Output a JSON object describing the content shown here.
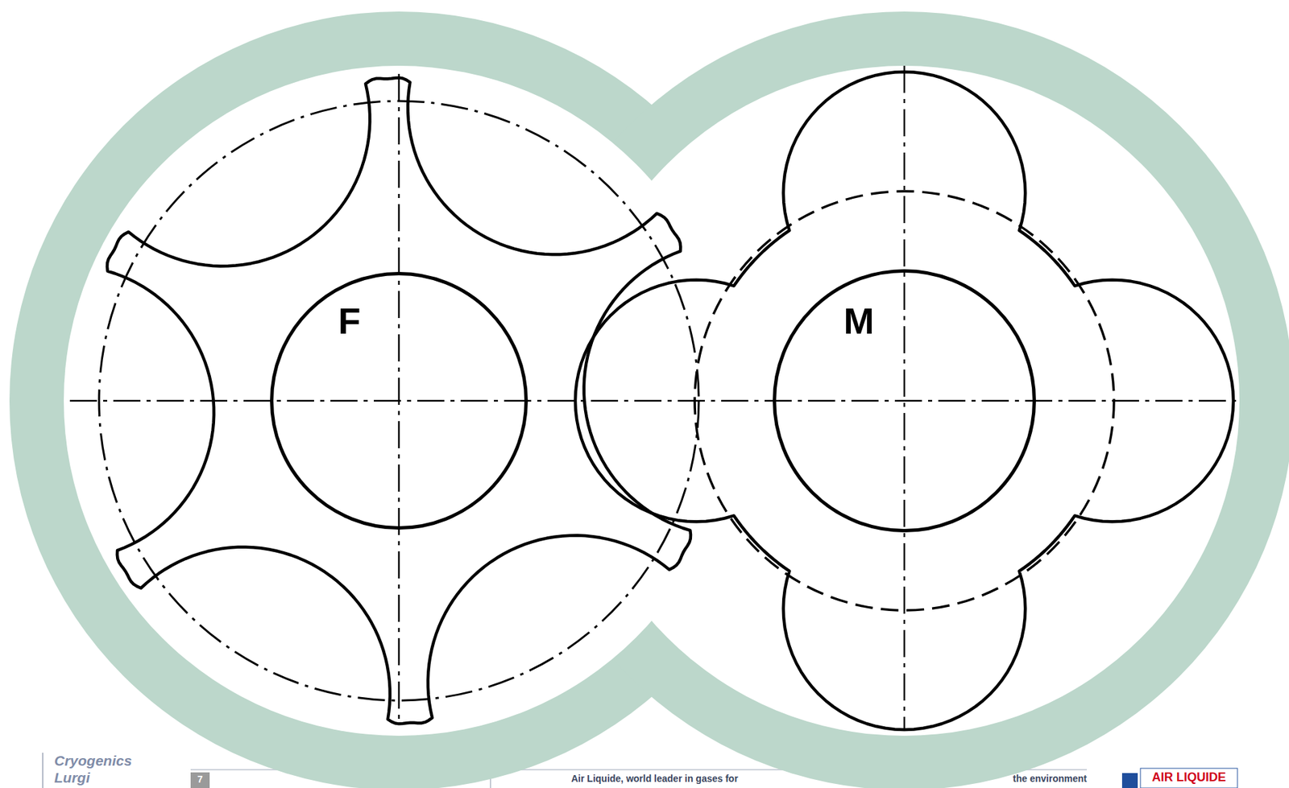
{
  "diagram": {
    "nodes": [
      {
        "text": [
          "F"
        ]
      },
      {
        "text": [
          "M"
        ]
      }
    ],
    "labels": [
      "Cryogenics",
      "Lurgi",
      "7",
      "Air Liquide, world leader in gases for",
      "the environment",
      "AIR LIQUIDE"
    ]
  }
}
